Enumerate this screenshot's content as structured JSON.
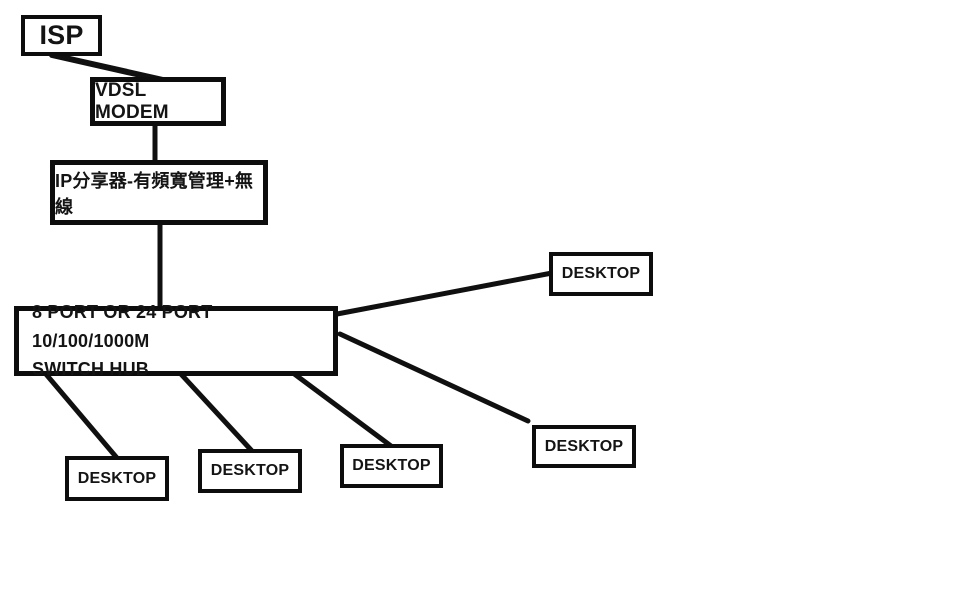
{
  "diagram": {
    "type": "network-topology",
    "background_color": "#ffffff",
    "line_color": "#101010",
    "nodes": [
      {
        "id": "isp",
        "label": "ISP"
      },
      {
        "id": "vdsl-modem",
        "label": "VDSL MODEM"
      },
      {
        "id": "ip-router",
        "label": "IP分享器-有頻寬管理+無線"
      },
      {
        "id": "switch-hub",
        "label": "8 PORT OR 24 PORT 10/100/1000M\nSWITCH HUB"
      },
      {
        "id": "desktop-top-right",
        "label": "DESKTOP"
      },
      {
        "id": "desktop-bottom-right",
        "label": "DESKTOP"
      },
      {
        "id": "desktop-bottom-1",
        "label": "DESKTOP"
      },
      {
        "id": "desktop-bottom-2",
        "label": "DESKTOP"
      },
      {
        "id": "desktop-bottom-3",
        "label": "DESKTOP"
      }
    ],
    "edges": [
      {
        "from": "isp",
        "to": "vdsl-modem",
        "points": [
          52,
          55,
          163,
          80
        ],
        "width": 6
      },
      {
        "from": "vdsl-modem",
        "to": "ip-router",
        "points": [
          155,
          124,
          155,
          162
        ],
        "width": 5
      },
      {
        "from": "ip-router",
        "to": "switch-hub",
        "points": [
          160,
          222,
          160,
          308
        ],
        "width": 5
      },
      {
        "from": "switch-hub",
        "to": "desktop-top-right",
        "points": [
          337,
          314,
          552,
          273
        ],
        "width": 5
      },
      {
        "from": "switch-hub",
        "to": "desktop-bottom-right",
        "points": [
          340,
          334,
          528,
          421
        ],
        "width": 5
      },
      {
        "from": "switch-hub",
        "to": "desktop-bottom-1",
        "points": [
          45,
          373,
          117,
          458
        ],
        "width": 5
      },
      {
        "from": "switch-hub",
        "to": "desktop-bottom-2",
        "points": [
          180,
          373,
          252,
          451
        ],
        "width": 5
      },
      {
        "from": "switch-hub",
        "to": "desktop-bottom-3",
        "points": [
          293,
          373,
          391,
          446
        ],
        "width": 5
      }
    ]
  }
}
